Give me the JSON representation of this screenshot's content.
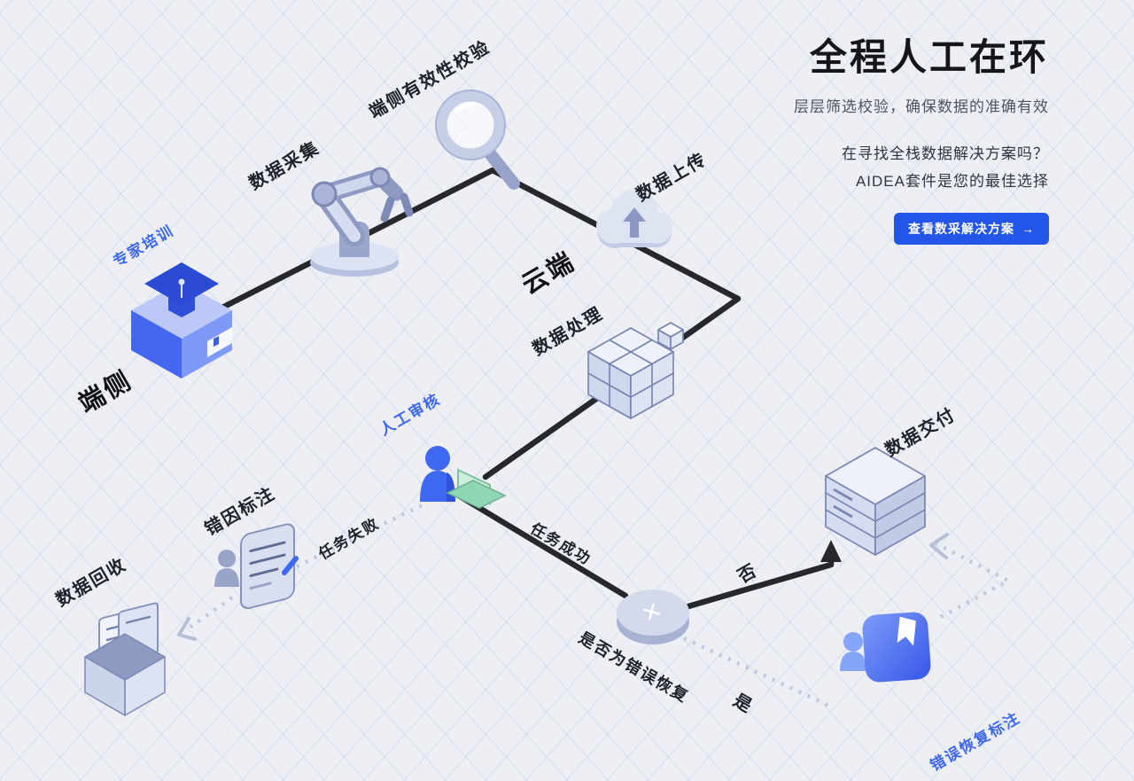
{
  "header": {
    "title": "全程人工在环",
    "subtitle": "层层筛选校验，确保数据的准确有效",
    "promo_line1": "在寻找全栈数据解决方案吗？",
    "promo_line2": "AIDEA套件是您的最佳选择",
    "cta_label": "查看数采解决方案",
    "cta_arrow": "→"
  },
  "colors": {
    "background": "#edeff5",
    "grid_line": "#bac5db",
    "accent_blue": "#2356e8",
    "label_blue": "#3c67ee",
    "solid_line": "#26282e",
    "dotted_line": "#bfc8dc"
  },
  "diagram": {
    "zones": {
      "edge": "端侧",
      "cloud": "云端"
    },
    "nodes": {
      "expert_training": "专家培训",
      "data_collection": "数据采集",
      "edge_validation": "端侧有效性校验",
      "data_upload": "数据上传",
      "data_processing": "数据处理",
      "human_review": "人工审核",
      "task_failed": "任务失败",
      "task_success": "任务成功",
      "error_cause_annotation": "错因标注",
      "data_recycle": "数据回收",
      "decision_question": "是否为错误恢复",
      "decision_no": "否",
      "decision_yes": "是",
      "decision_mark": "✕",
      "data_delivery": "数据交付",
      "error_recovery_annotation": "错误恢复标注"
    }
  }
}
